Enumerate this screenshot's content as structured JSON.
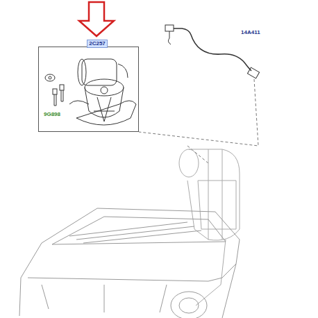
{
  "diagram": {
    "nodes": [
      {
        "text": [
          "2C257",
          "9G898"
        ]
      }
    ],
    "labels": [
      "14A411"
    ]
  }
}
